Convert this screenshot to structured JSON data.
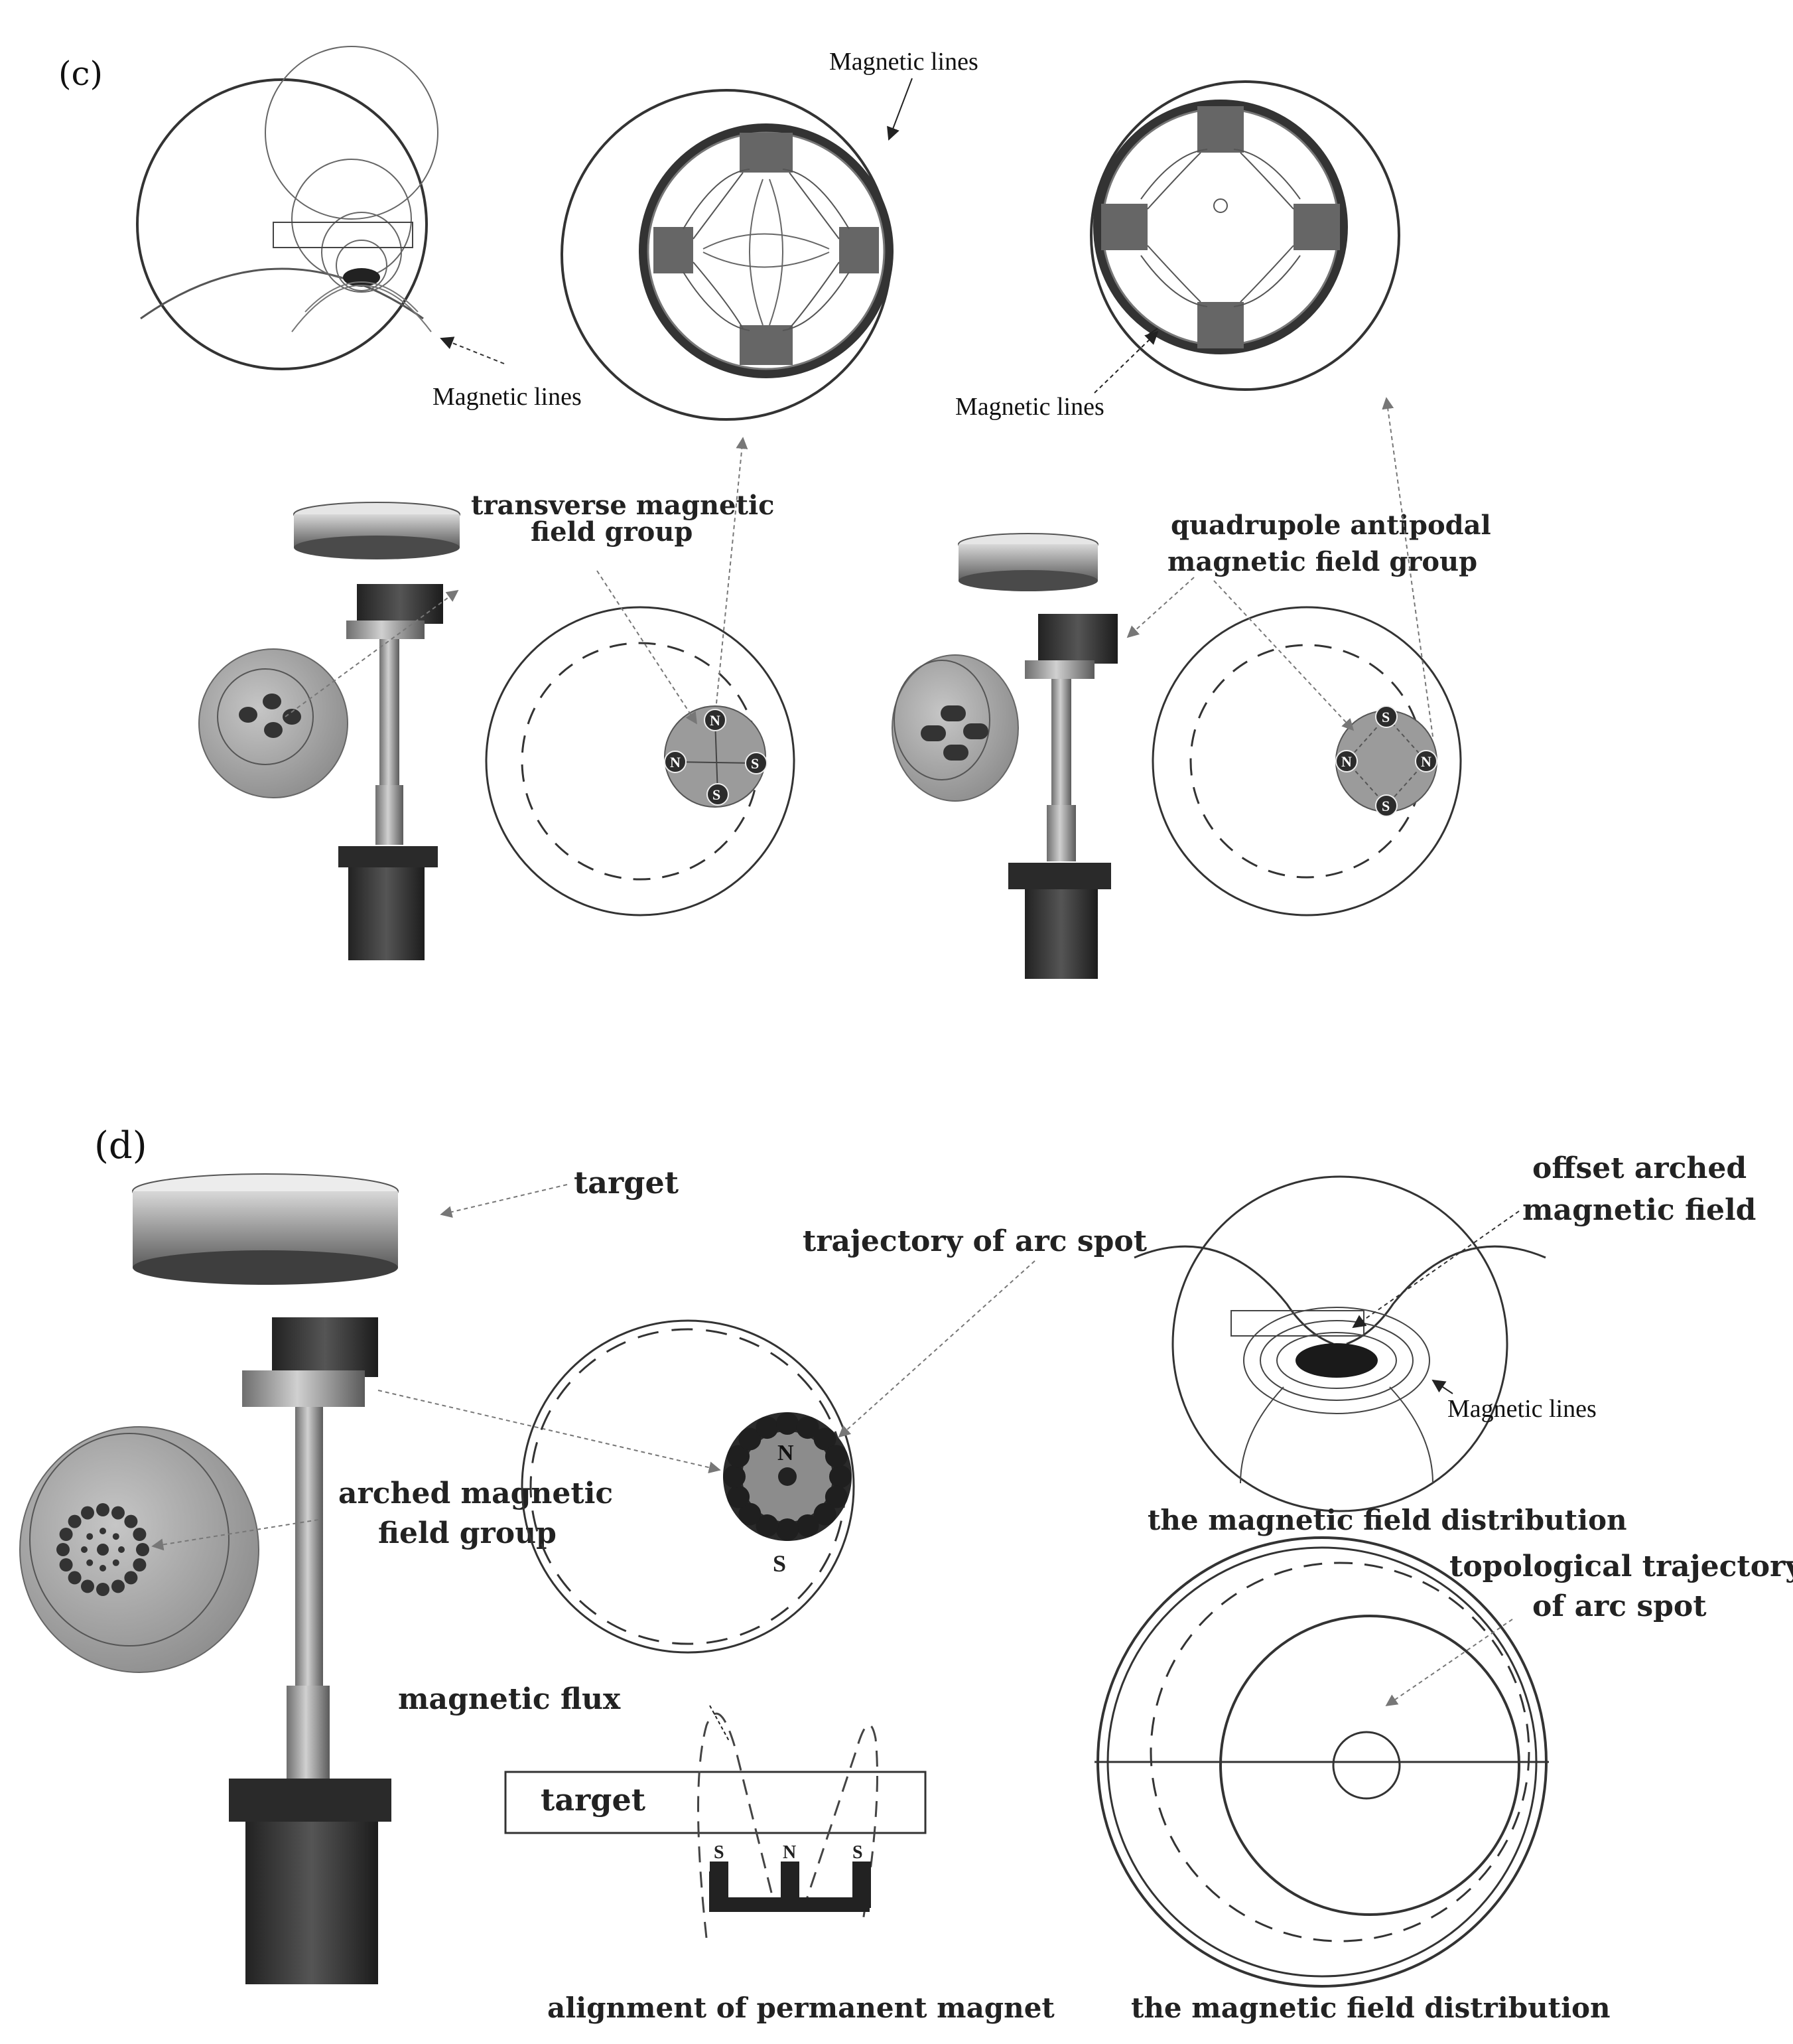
{
  "panel_c": {
    "label": "(c)",
    "magnetic_lines_top_mid": "Magnetic lines",
    "magnetic_lines_left": "Magnetic lines",
    "magnetic_lines_right": "Magnetic lines",
    "transverse_l1": "transverse magnetic",
    "transverse_l2": "field group",
    "quadrupole_l1": "quadrupole antipodal",
    "quadrupole_l2": "magnetic field group",
    "poles_left": {
      "top": "N",
      "left": "N",
      "right": "S",
      "bottom": "S"
    },
    "poles_right": {
      "top": "S",
      "left": "N",
      "right": "N",
      "bottom": "S"
    }
  },
  "panel_d": {
    "label": "(d)",
    "target_top": "target",
    "trajectory": "trajectory of arc spot",
    "offset_l1": "offset arched",
    "offset_l2": "magnetic field",
    "magnetic_lines": "Magnetic lines",
    "arched_l1": "arched magnetic",
    "arched_l2": "field group",
    "pole_n": "N",
    "pole_s": "S",
    "field_dist_1": "the magnetic field distribution",
    "topo_l1": "topological trajectory",
    "topo_l2": "of arc spot",
    "magnetic_flux": "magnetic flux",
    "target_box": "target",
    "magnet_s_left": "S",
    "magnet_n": "N",
    "magnet_s_right": "S",
    "alignment": "alignment of permanent magnet",
    "field_dist_2": "the magnetic field distribution"
  }
}
